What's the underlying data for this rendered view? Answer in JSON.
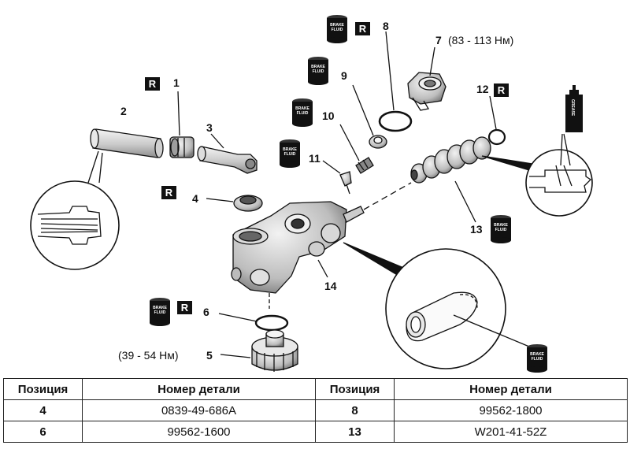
{
  "callouts": {
    "c1": "1",
    "c2": "2",
    "c3": "3",
    "c4": "4",
    "c5": "5",
    "c6": "6",
    "c7": "7",
    "c8": "8",
    "c9": "9",
    "c10": "10",
    "c11": "11",
    "c12": "12",
    "c13": "13",
    "c14": "14"
  },
  "torques": {
    "t7": "(83 - 113 Нм)",
    "t5": "(39 - 54 Нм)"
  },
  "badges": {
    "replace": "R",
    "brake_fluid_line1": "BRAKE",
    "brake_fluid_line2": "FLUID",
    "grease": "GREASE"
  },
  "table": {
    "headers": [
      "Позиция",
      "Номер детали",
      "Позиция",
      "Номер детали"
    ],
    "rows": [
      {
        "pos1": "4",
        "part1": "0839-49-686A",
        "pos2": "8",
        "part2": "99562-1800"
      },
      {
        "pos1": "6",
        "part1": "99562-1600",
        "pos2": "13",
        "part2": "W201-41-52Z"
      }
    ]
  }
}
